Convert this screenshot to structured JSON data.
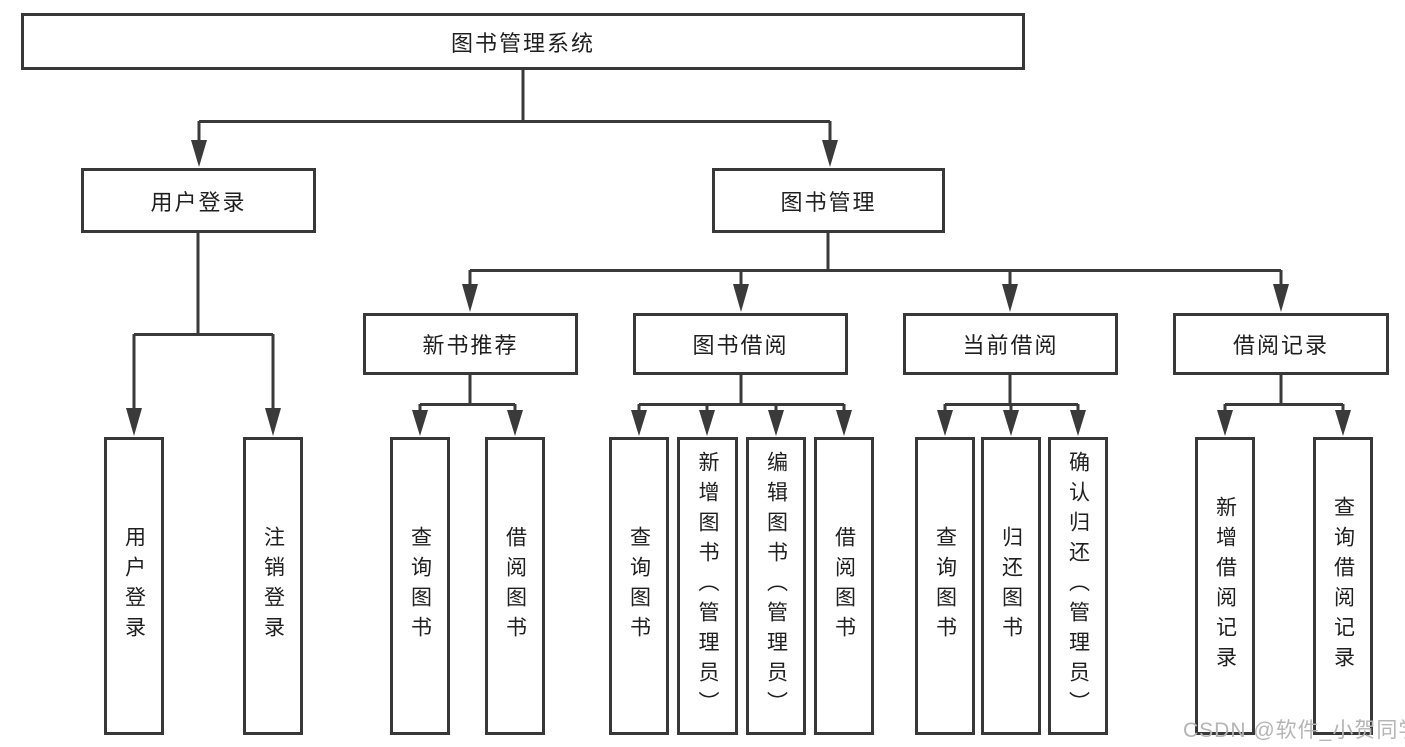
{
  "diagram": {
    "root": {
      "label": "图书管理系统"
    },
    "branches": [
      {
        "label": "用户登录",
        "children": [
          {
            "label": "用户登录"
          },
          {
            "label": "注销登录"
          }
        ]
      },
      {
        "label": "图书管理",
        "children": [
          {
            "label": "新书推荐",
            "children": [
              {
                "label": "查询图书"
              },
              {
                "label": "借阅图书"
              }
            ]
          },
          {
            "label": "图书借阅",
            "children": [
              {
                "label": "查询图书"
              },
              {
                "label": "新增图书（管理员）"
              },
              {
                "label": "编辑图书（管理员）"
              },
              {
                "label": "借阅图书"
              }
            ]
          },
          {
            "label": "当前借阅",
            "children": [
              {
                "label": "查询图书"
              },
              {
                "label": "归还图书"
              },
              {
                "label": "确认归还（管理员）"
              }
            ]
          },
          {
            "label": "借阅记录",
            "children": [
              {
                "label": "新增借阅记录"
              },
              {
                "label": "查询借阅记录"
              }
            ]
          }
        ]
      }
    ]
  },
  "watermark": {
    "text": "CSDN @软件_小贺同学"
  },
  "colors": {
    "line": "#3a3a3a",
    "box_border": "#383838",
    "text": "#1f1f1f",
    "watermark": "#b5b5b5",
    "background": "#ffffff"
  }
}
